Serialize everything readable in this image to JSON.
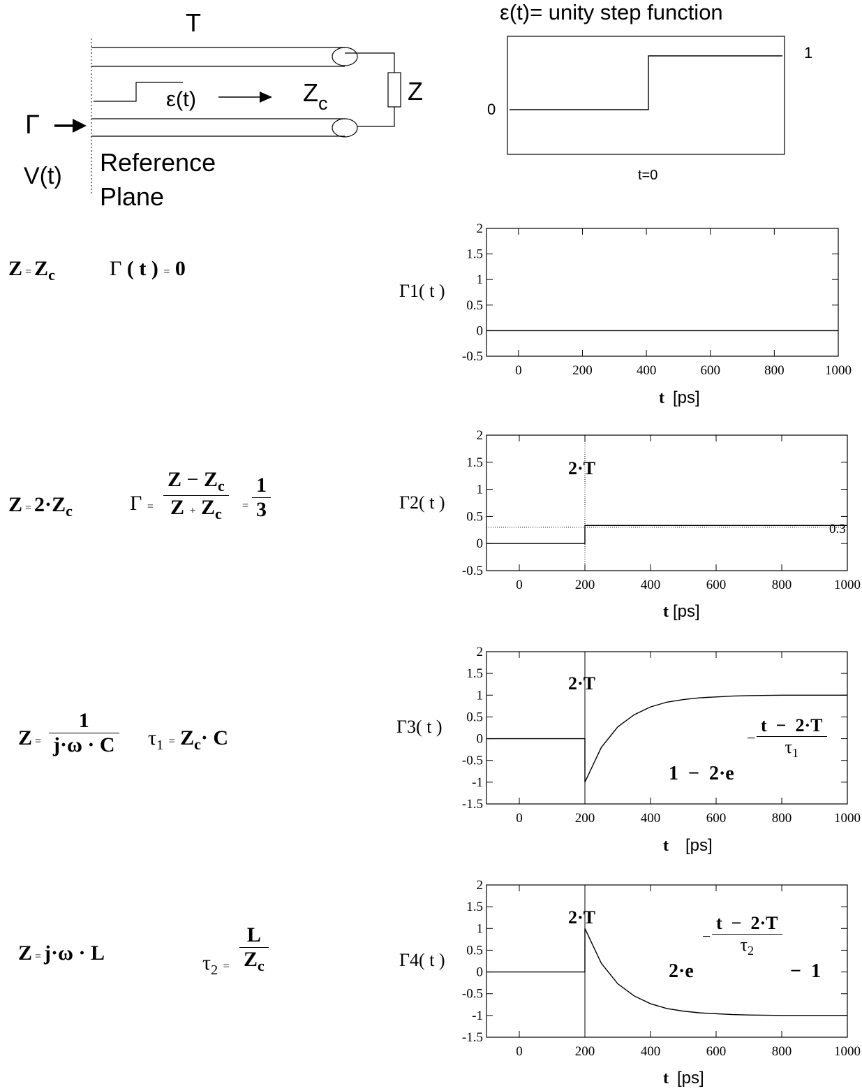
{
  "diagram": {
    "label_T": "T",
    "label_step": "ε(t)",
    "label_Zc_main": "Z",
    "label_Zc_sub": "c",
    "label_Z": "Z",
    "label_gamma": "Γ",
    "label_V": "V(t)",
    "label_ref1": "Reference",
    "label_ref2": "Plane"
  },
  "step_panel": {
    "title": "ε(t)= unity step function",
    "level_high": "1",
    "level_low": "0",
    "time_label": "t=0"
  },
  "formulas": {
    "f1": {
      "lhs_Z": "Z",
      "eq": "=",
      "rhs_Z": "Z",
      "sub_c": "c",
      "gamma": "Γ",
      "paren_t": "( t )",
      "zero": "0"
    },
    "f2": {
      "lhs_Z": "Z",
      "eq": "=",
      "two": "2",
      "dot": "·",
      "rhs_Z": "Z",
      "sub_c": "c",
      "gamma": "Γ",
      "num_Z": "Z",
      "minus": "−",
      "num_Zc": "Z",
      "den_Z": "Z",
      "plus": "+",
      "den_Zc": "Z",
      "one": "1",
      "three": "3"
    },
    "f3": {
      "lhs_Z": "Z",
      "eq": "=",
      "num": "1",
      "den": "j·ω · C",
      "tau": "τ",
      "tau_sub": "1",
      "rhs_Z": "Z",
      "sub_c": "c",
      "rhs_C": "· C"
    },
    "f4": {
      "lhs_Z": "Z",
      "eq": "=",
      "rhs": "j·ω · L",
      "tau": "τ",
      "tau_sub": "2",
      "num_L": "L",
      "den_Z": "Z",
      "sub_c": "c"
    }
  },
  "chart_data": [
    {
      "type": "line",
      "ylabel_main": "Γ1( t )",
      "xlabel_bold": "t",
      "xlabel_unit": "[ps]",
      "xlim": [
        -100,
        1000
      ],
      "ylim": [
        -0.5,
        2
      ],
      "xticks": [
        0,
        200,
        400,
        600,
        800,
        1000
      ],
      "yticks": [
        2,
        1.5,
        1,
        0.5,
        0,
        -0.5
      ],
      "series": [
        {
          "x": [
            -100,
            1000
          ],
          "y": [
            0,
            0
          ]
        }
      ]
    },
    {
      "type": "line",
      "ylabel_main": "Γ2( t )",
      "xlabel_bold": "t",
      "xlabel_unit": "[ps]",
      "xlim": [
        -100,
        1000
      ],
      "ylim": [
        -0.5,
        2
      ],
      "xticks": [
        0,
        200,
        400,
        600,
        800,
        1000
      ],
      "yticks": [
        2,
        1.5,
        1,
        0.5,
        0,
        -0.5
      ],
      "marker_label": "2·T",
      "marker_x": 200,
      "hline_y": 0.3,
      "hline_label": "0.3",
      "series": [
        {
          "x": [
            -100,
            200,
            200,
            1000
          ],
          "y": [
            0,
            0,
            0.3333,
            0.3333
          ]
        }
      ]
    },
    {
      "type": "line",
      "ylabel_main": "Γ3( t )",
      "xlabel_bold": "t",
      "xlabel_unit": "[ps]",
      "xlim": [
        -100,
        1000
      ],
      "ylim": [
        -1.5,
        2
      ],
      "xticks": [
        0,
        200,
        400,
        600,
        800,
        1000
      ],
      "yticks": [
        2,
        1.5,
        1,
        0.5,
        0,
        -0.5,
        -1,
        -1.5
      ],
      "marker_label": "2·T",
      "marker_x": 200,
      "expr_main": "1  −  2·e",
      "expr_exp_num": "t  −  2·T",
      "expr_exp_sign": "−",
      "expr_exp_den": "τ",
      "expr_exp_den_sub": "1",
      "series": [
        {
          "x": [
            -100,
            200,
            200,
            250,
            300,
            350,
            400,
            450,
            500,
            550,
            600,
            650,
            700,
            800,
            900,
            1000
          ],
          "y": [
            0,
            0,
            -1,
            -0.2,
            0.27,
            0.55,
            0.73,
            0.84,
            0.9,
            0.94,
            0.96,
            0.98,
            0.99,
            1.0,
            1.0,
            1.0
          ]
        }
      ]
    },
    {
      "type": "line",
      "ylabel_main": "Γ4( t )",
      "xlabel_bold": "t",
      "xlabel_unit": "[ps]",
      "xlim": [
        -100,
        1000
      ],
      "ylim": [
        -1.5,
        2
      ],
      "xticks": [
        0,
        200,
        400,
        600,
        800,
        1000
      ],
      "yticks": [
        2,
        1.5,
        1,
        0.5,
        0,
        -0.5,
        -1,
        -1.5
      ],
      "marker_label": "2·T",
      "marker_x": 200,
      "expr_main": "2·e",
      "expr_tail": "−  1",
      "expr_exp_num": "t  −  2·T",
      "expr_exp_sign": "−",
      "expr_exp_den": "τ",
      "expr_exp_den_sub": "2",
      "series": [
        {
          "x": [
            -100,
            200,
            200,
            250,
            300,
            350,
            400,
            450,
            500,
            550,
            600,
            650,
            700,
            800,
            900,
            1000
          ],
          "y": [
            0,
            0,
            1,
            0.2,
            -0.27,
            -0.55,
            -0.73,
            -0.84,
            -0.9,
            -0.94,
            -0.96,
            -0.98,
            -0.99,
            -1.0,
            -1.0,
            -1.0
          ]
        }
      ]
    }
  ]
}
